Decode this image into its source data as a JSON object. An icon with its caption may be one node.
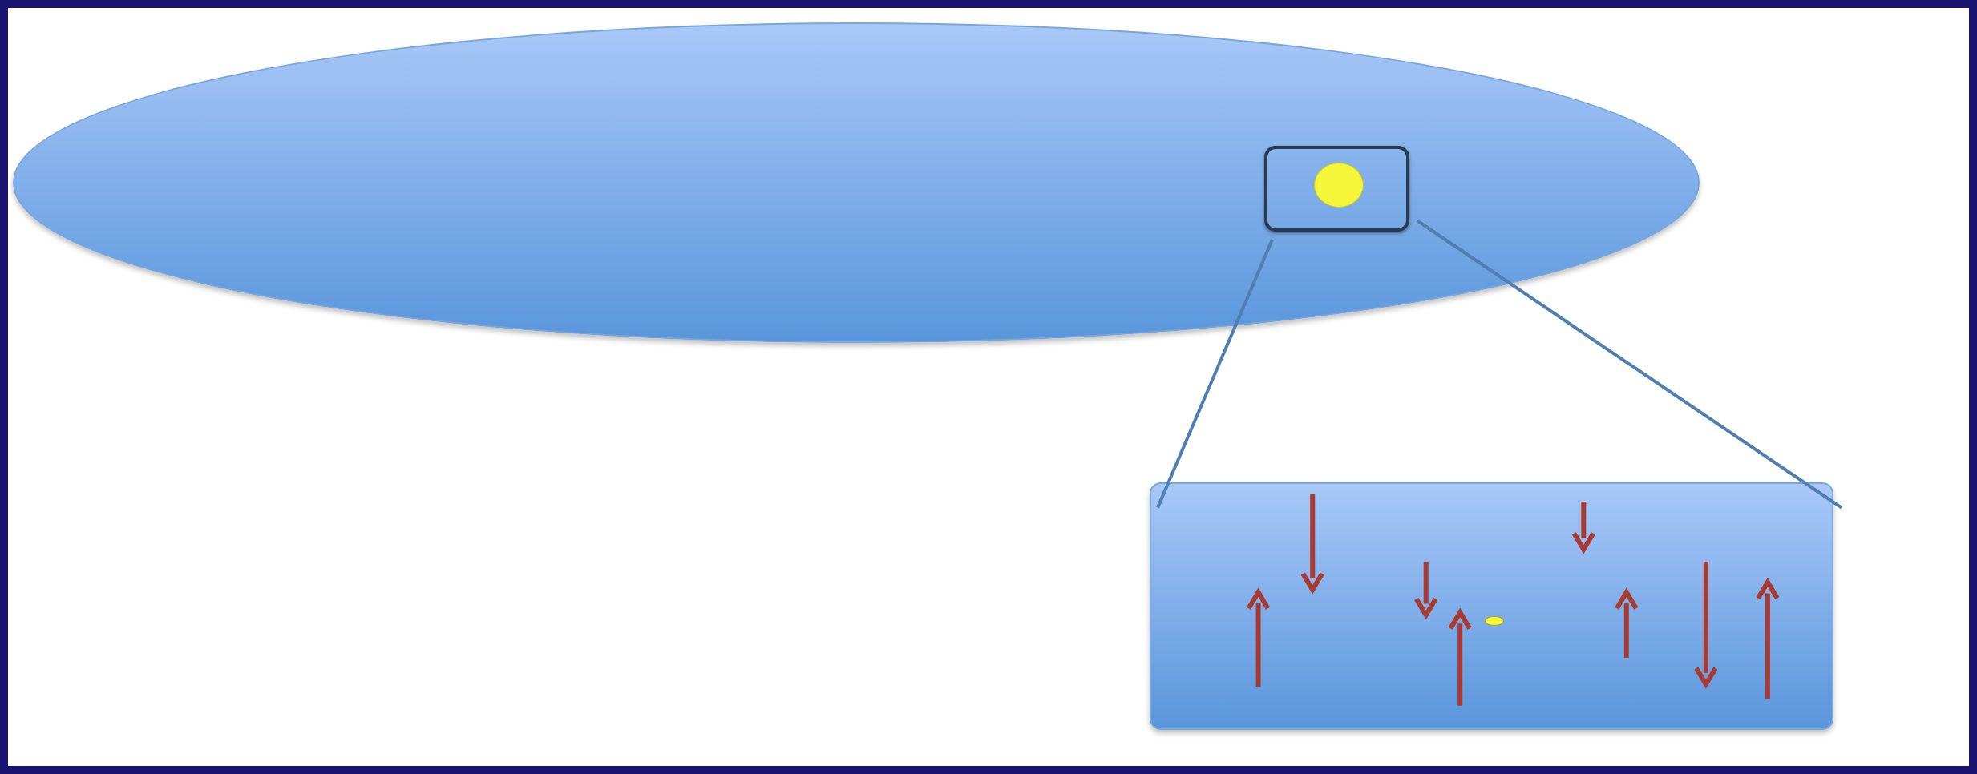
{
  "diagram": {
    "nodes": [
      {
        "text": [],
        "shape": "ellipse"
      },
      {
        "text": [],
        "shape": "box",
        "in": 0
      },
      {
        "text": [],
        "shape": "circle",
        "in": 1
      },
      {
        "text": [],
        "shape": "box"
      },
      {
        "text": [],
        "shape": "ellipse",
        "in": 3
      }
    ],
    "edges": [
      {
        "from": 1,
        "to": 3,
        "arrow": "none"
      },
      {
        "from": 1,
        "to": 3,
        "arrow": "none"
      }
    ]
  }
}
